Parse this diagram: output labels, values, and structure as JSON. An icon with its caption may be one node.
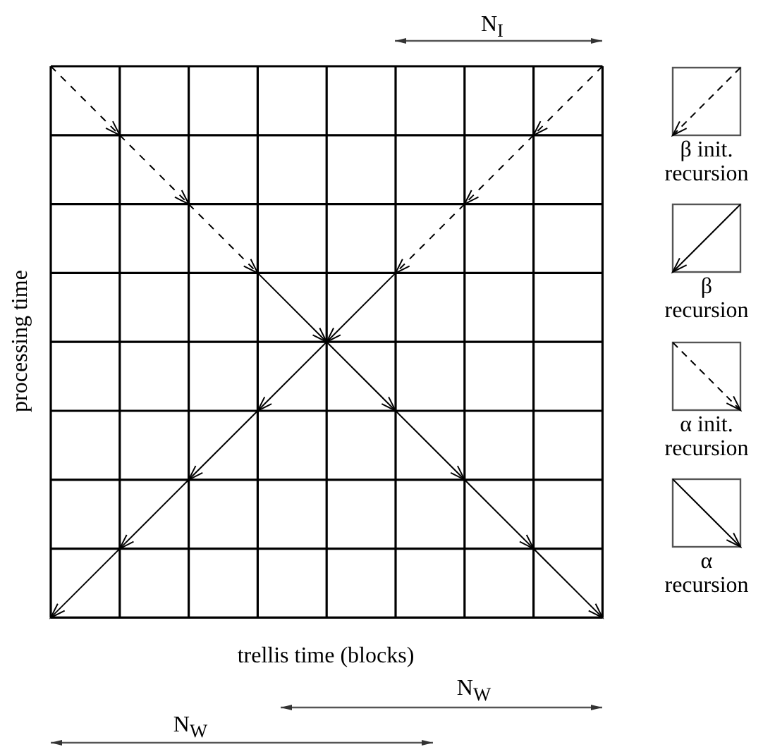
{
  "diagram": {
    "labels": [
      "N$_{I}$",
      "processing time",
      "trellis time (blocks)",
      "N$_{W}$",
      "N$_{W}$"
    ],
    "legend": [
      {
        "text": "β init. recursion"
      },
      {
        "text": "β recursion"
      },
      {
        "text": "α init. recursion"
      },
      {
        "text": "α recursion"
      }
    ]
  }
}
